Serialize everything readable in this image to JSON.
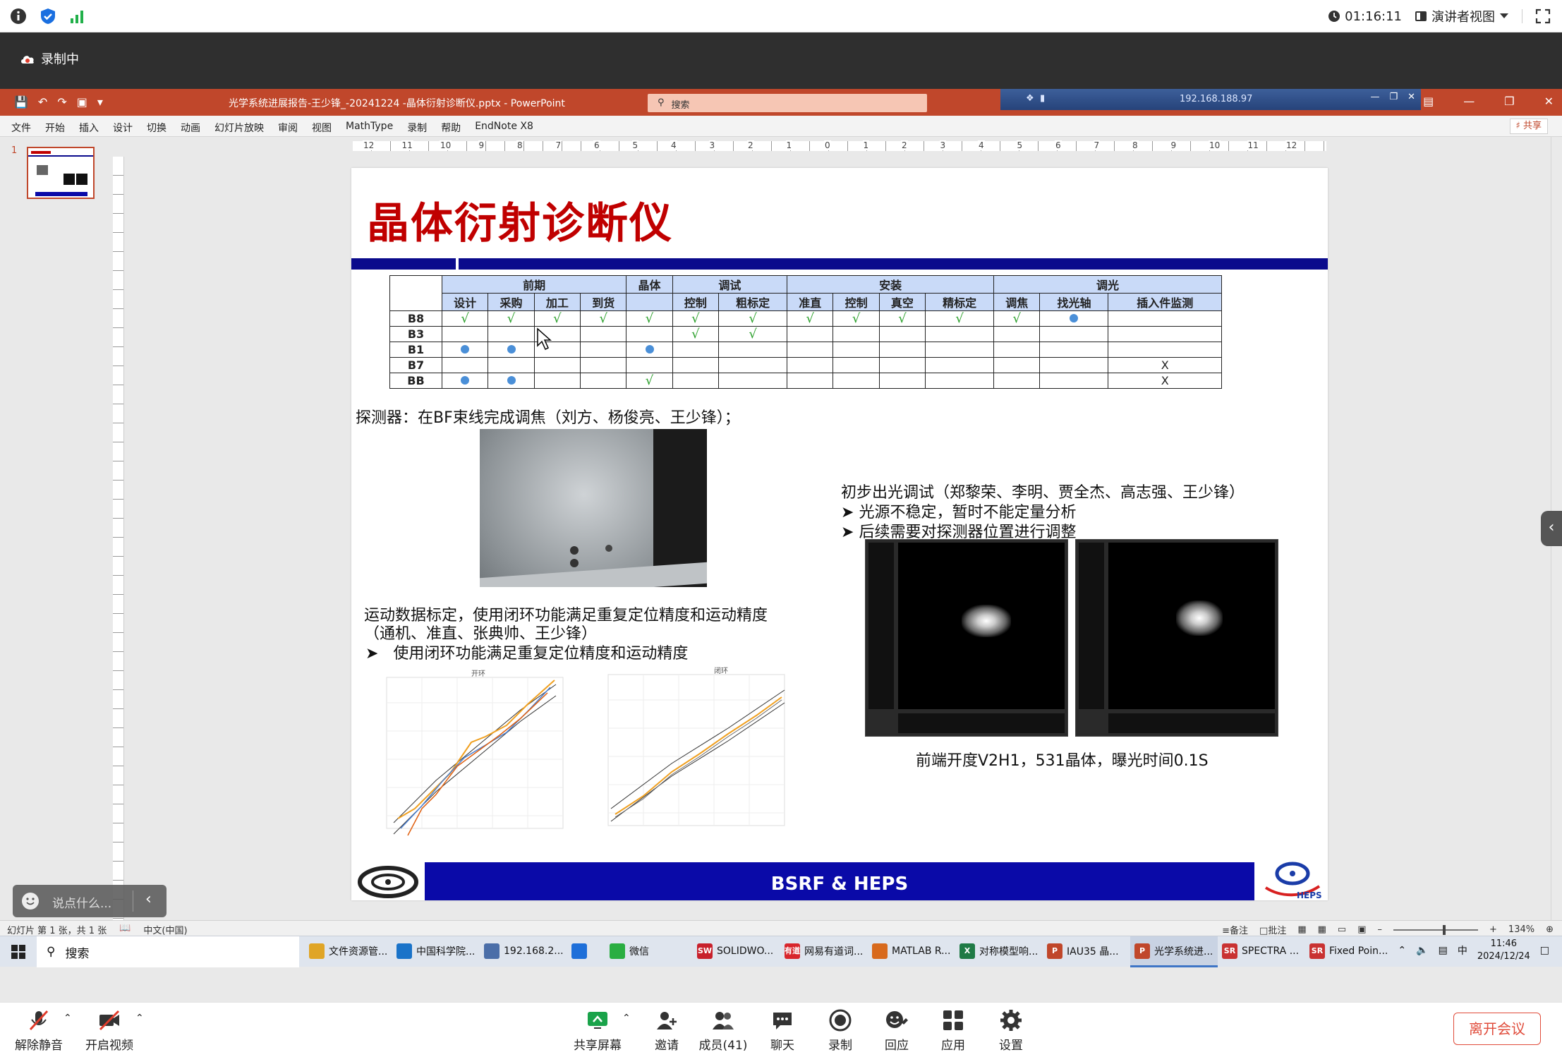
{
  "meeting": {
    "timer": "01:16:11",
    "view_mode": "演讲者视图",
    "recording_label": "录制中",
    "leave_label": "离开会议",
    "toolbar": [
      {
        "id": "mute",
        "label": "解除静音"
      },
      {
        "id": "video",
        "label": "开启视频"
      },
      {
        "id": "share",
        "label": "共享屏幕"
      },
      {
        "id": "invite",
        "label": "邀请"
      },
      {
        "id": "members",
        "label": "成员(41)"
      },
      {
        "id": "chat",
        "label": "聊天"
      },
      {
        "id": "record",
        "label": "录制"
      },
      {
        "id": "reactions",
        "label": "回应"
      },
      {
        "id": "apps",
        "label": "应用"
      },
      {
        "id": "settings",
        "label": "设置"
      }
    ],
    "chat_placeholder": "说点什么..."
  },
  "ppt": {
    "doc_title": "光学系统进展报告-王少锋_-20241224 -晶体衍射诊断仪.pptx  -  PowerPoint",
    "search_placeholder": "搜索",
    "remote_ip": "192.168.188.97",
    "menu": [
      "文件",
      "开始",
      "插入",
      "设计",
      "切换",
      "动画",
      "幻灯片放映",
      "审阅",
      "视图",
      "MathType",
      "录制",
      "帮助",
      "EndNote X8"
    ],
    "share_label": "共享",
    "thumb_number": "1",
    "ruler_labels": [
      "12",
      "11",
      "10",
      "9",
      "8",
      "7",
      "6",
      "5",
      "4",
      "3",
      "2",
      "1",
      "0",
      "1",
      "2",
      "3",
      "4",
      "5",
      "6",
      "7",
      "8",
      "9",
      "10",
      "11",
      "12"
    ],
    "status_left": [
      "幻灯片 第 1 张，共 1 张",
      "中文(中国)"
    ],
    "status_notes": "备注",
    "status_comments": "批注",
    "zoom": "134%"
  },
  "slide": {
    "title": "晶体衍射诊断仪",
    "table": {
      "groups": [
        {
          "label": "前期",
          "span": 4
        },
        {
          "label": "晶体",
          "span": 1
        },
        {
          "label": "调试",
          "span": 2
        },
        {
          "label": "安装",
          "span": 4
        },
        {
          "label": "调光",
          "span": 3
        }
      ],
      "columns": [
        "设计",
        "采购",
        "加工",
        "到货",
        "",
        "控制",
        "粗标定",
        "准直",
        "控制",
        "真空",
        "精标定",
        "调焦",
        "找光轴",
        "插入件监测"
      ],
      "rows": [
        {
          "name": "B8",
          "cells": [
            "√",
            "√",
            "√",
            "√",
            "√",
            "√",
            "√",
            "√",
            "√",
            "√",
            "√",
            "√",
            "●",
            ""
          ]
        },
        {
          "name": "B3",
          "cells": [
            "",
            "",
            "",
            "",
            "",
            "√",
            "√",
            "",
            "",
            "",
            "",
            "",
            "",
            ""
          ]
        },
        {
          "name": "B1",
          "cells": [
            "●",
            "●",
            "",
            "",
            "●",
            "",
            "",
            "",
            "",
            "",
            "",
            "",
            "",
            ""
          ]
        },
        {
          "name": "B7",
          "cells": [
            "",
            "",
            "",
            "",
            "",
            "",
            "",
            "",
            "",
            "",
            "",
            "",
            "",
            "X"
          ]
        },
        {
          "name": "BB",
          "cells": [
            "●",
            "●",
            "",
            "",
            "√",
            "",
            "",
            "",
            "",
            "",
            "",
            "",
            "",
            "X"
          ]
        }
      ]
    },
    "detector_text": "探测器：在BF束线完成调焦（刘方、杨俊亮、王少锋）；",
    "motion_text_1": "运动数据标定，使用闭环功能满足重复定位精度和运动精度",
    "motion_text_2": "（通机、准直、张典帅、王少锋）",
    "motion_bullet": "使用闭环功能满足重复定位精度和运动精度",
    "light_title": "初步出光调试（郑黎荣、李明、贾全杰、高志强、王少锋）",
    "light_bullets": [
      "光源不稳定，暂时不能定量分析",
      "后续需要对探测器位置进行调整"
    ],
    "beam_caption": "前端开度V2H1，531晶体，曝光时间0.1S",
    "footer": "BSRF & HEPS",
    "logo_right_text": "HEPS",
    "plot_titles": [
      "开环",
      "闭环"
    ]
  },
  "taskbar": {
    "search": "搜索",
    "apps": [
      {
        "label": "文件资源管...",
        "color": "#e0a526",
        "glyph": ""
      },
      {
        "label": "中国科学院...",
        "color": "#1a73c9",
        "glyph": ""
      },
      {
        "label": "192.168.2...",
        "color": "#4b6ea8",
        "glyph": ""
      },
      {
        "label": "",
        "color": "#1e6fd9",
        "glyph": ""
      },
      {
        "label": "微信",
        "color": "#2aae41",
        "glyph": ""
      },
      {
        "label": "SOLIDWO...",
        "color": "#c8202b",
        "glyph": "SW"
      },
      {
        "label": "网易有道词...",
        "color": "#d8262c",
        "glyph": "有道"
      },
      {
        "label": "MATLAB R...",
        "color": "#d86a1d",
        "glyph": ""
      },
      {
        "label": "对称模型响...",
        "color": "#1f7a45",
        "glyph": "X"
      },
      {
        "label": "IAU35 晶...",
        "color": "#c0472b",
        "glyph": "P"
      },
      {
        "label": "光学系统进...",
        "color": "#c0472b",
        "glyph": "P"
      },
      {
        "label": "SPECTRA ...",
        "color": "#c93232",
        "glyph": "SR"
      },
      {
        "label": "Fixed Poin...",
        "color": "#c93232",
        "glyph": "SR"
      }
    ],
    "ime": "中",
    "time": "11:46",
    "date": "2024/12/24"
  }
}
